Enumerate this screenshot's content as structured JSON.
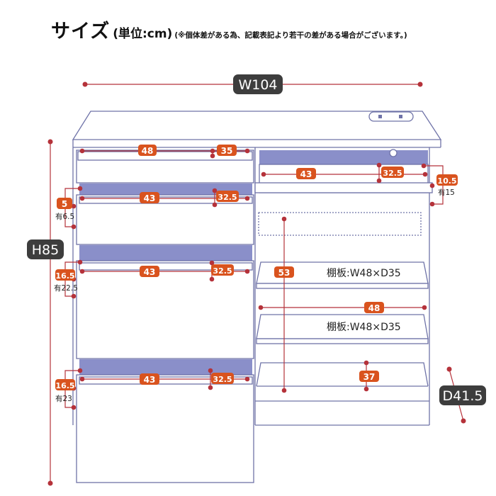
{
  "header": {
    "title": "サイズ",
    "unit": "(単位:cm)",
    "note": "(※個体差がある為、記載表記より若干の差がある場合がございます。)"
  },
  "labels": {
    "width": "W104",
    "height": "H85",
    "depth": "D41.5",
    "top_drawer_inner_width": "48",
    "top_drawer_inner_depth": "35",
    "drawer2_width": "43",
    "drawer2_depth": "32.5",
    "drawer2_height": "5",
    "drawer2_height_effective": "有6.5",
    "drawer3_width": "43",
    "drawer3_depth": "32.5",
    "drawer3_height": "16.5",
    "drawer3_height_effective": "有22.5",
    "drawer4_width": "43",
    "drawer4_depth": "32.5",
    "drawer4_height": "16.5",
    "drawer4_height_effective": "有23",
    "right_drawer_width": "43",
    "right_drawer_depth": "32.5",
    "right_drawer_height": "10.5",
    "right_drawer_height_effective": "有15",
    "cabinet_inner_height": "53",
    "cabinet_inner_width": "48",
    "cabinet_inner_depth": "37",
    "shelf_1": "棚板:W48×D35",
    "shelf_2": "棚板:W48×D35"
  },
  "colors": {
    "outline": "#6f73a8",
    "shade": "#8a8fc9",
    "dimension": "#b5323a",
    "badge": "#d9531e",
    "label_bg": "#3d3d3d"
  },
  "icons": [
    "outlet-icon"
  ]
}
